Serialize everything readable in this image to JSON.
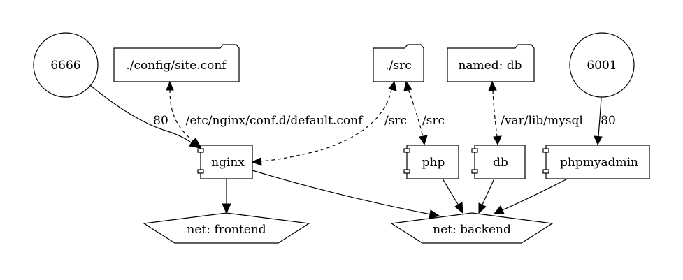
{
  "nodes": {
    "port_6666": {
      "label": "6666",
      "shape": "circle"
    },
    "site_conf": {
      "label": "./config/site.conf",
      "shape": "folder"
    },
    "src_folder": {
      "label": "./src",
      "shape": "folder"
    },
    "named_db": {
      "label": "named: db",
      "shape": "folder"
    },
    "port_6001": {
      "label": "6001",
      "shape": "circle"
    },
    "nginx": {
      "label": "nginx",
      "shape": "component"
    },
    "php": {
      "label": "php",
      "shape": "component"
    },
    "db": {
      "label": "db",
      "shape": "component"
    },
    "phpmyadmin": {
      "label": "phpmyadmin",
      "shape": "component"
    },
    "net_frontend": {
      "label": "net: frontend",
      "shape": "pentagon"
    },
    "net_backend": {
      "label": "net: backend",
      "shape": "pentagon"
    }
  },
  "edges": {
    "port6666_nginx": {
      "label": "80",
      "style": "solid"
    },
    "siteconf_nginx": {
      "label": "/etc/nginx/conf.d/default.conf",
      "style": "dashed"
    },
    "src_nginx": {
      "label": "/src",
      "style": "dashed"
    },
    "src_php": {
      "label": "/src",
      "style": "dashed"
    },
    "nameddb_db": {
      "label": "/var/lib/mysql",
      "style": "dashed"
    },
    "port6001_phpmyadmin": {
      "label": "80",
      "style": "solid"
    },
    "nginx_frontend": {
      "label": "",
      "style": "solid"
    },
    "nginx_backend": {
      "label": "",
      "style": "solid"
    },
    "php_backend": {
      "label": "",
      "style": "solid"
    },
    "db_backend": {
      "label": "",
      "style": "solid"
    },
    "phpmyadmin_backend": {
      "label": "",
      "style": "solid"
    }
  }
}
